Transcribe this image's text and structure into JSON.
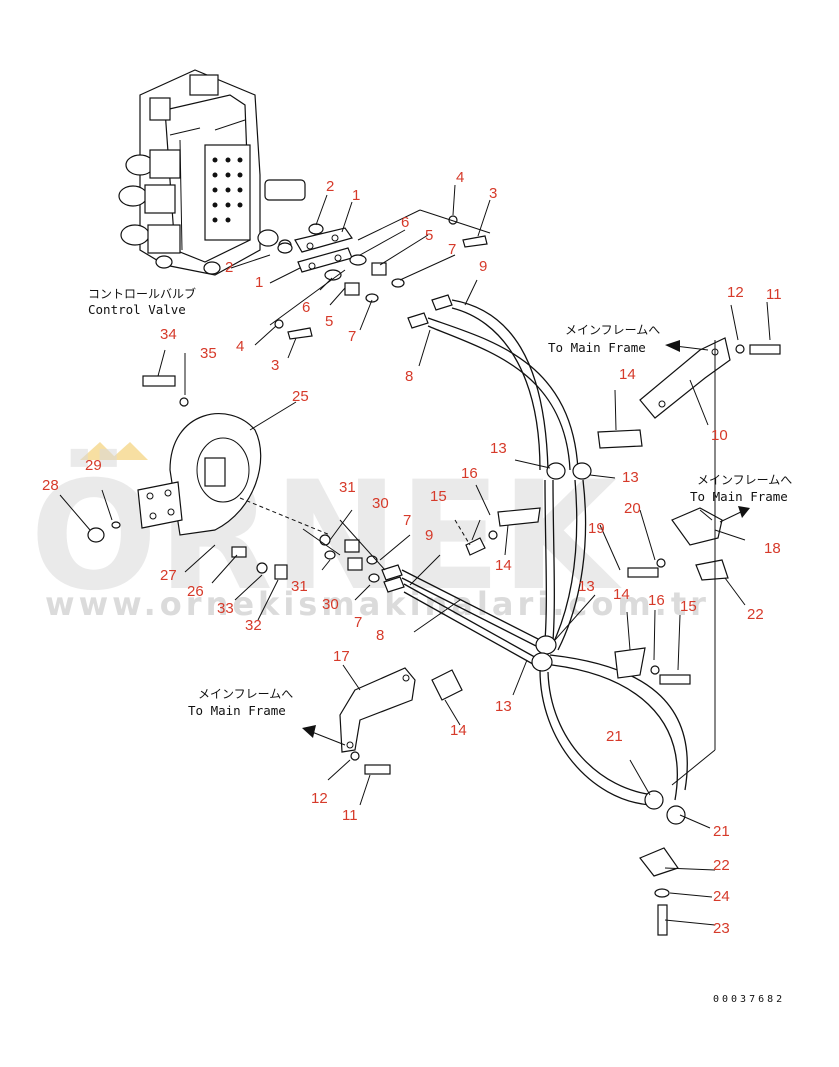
{
  "labels": {
    "control_valve_jp": "コントロールバルブ",
    "control_valve_en": "Control Valve",
    "to_main_frame_jp": "メインフレームへ",
    "to_main_frame_en": "To Main Frame"
  },
  "drawing_number": "00037682",
  "watermark": {
    "brand": "ÖRNEK",
    "url": "www.ornekismakinalari.com.tr"
  },
  "colors": {
    "callout": "#d63a2a",
    "line": "#111111",
    "watermark": "#d9d9d9",
    "watermark_accent": "#f3d27a"
  },
  "callouts": [
    {
      "id": "c-1a",
      "text": "1"
    },
    {
      "id": "c-1b",
      "text": "1"
    },
    {
      "id": "c-2a",
      "text": "2"
    },
    {
      "id": "c-2b",
      "text": "2"
    },
    {
      "id": "c-3a",
      "text": "3"
    },
    {
      "id": "c-3b",
      "text": "3"
    },
    {
      "id": "c-4a",
      "text": "4"
    },
    {
      "id": "c-4b",
      "text": "4"
    },
    {
      "id": "c-5a",
      "text": "5"
    },
    {
      "id": "c-5b",
      "text": "5"
    },
    {
      "id": "c-6a",
      "text": "6"
    },
    {
      "id": "c-6b",
      "text": "6"
    },
    {
      "id": "c-7a",
      "text": "7"
    },
    {
      "id": "c-7b",
      "text": "7"
    },
    {
      "id": "c-7c",
      "text": "7"
    },
    {
      "id": "c-7d",
      "text": "7"
    },
    {
      "id": "c-8a",
      "text": "8"
    },
    {
      "id": "c-8b",
      "text": "8"
    },
    {
      "id": "c-9a",
      "text": "9"
    },
    {
      "id": "c-9b",
      "text": "9"
    },
    {
      "id": "c-10",
      "text": "10"
    },
    {
      "id": "c-11a",
      "text": "11"
    },
    {
      "id": "c-11b",
      "text": "11"
    },
    {
      "id": "c-12a",
      "text": "12"
    },
    {
      "id": "c-12b",
      "text": "12"
    },
    {
      "id": "c-13a",
      "text": "13"
    },
    {
      "id": "c-13b",
      "text": "13"
    },
    {
      "id": "c-13c",
      "text": "13"
    },
    {
      "id": "c-13d",
      "text": "13"
    },
    {
      "id": "c-14a",
      "text": "14"
    },
    {
      "id": "c-14b",
      "text": "14"
    },
    {
      "id": "c-14c",
      "text": "14"
    },
    {
      "id": "c-14d",
      "text": "14"
    },
    {
      "id": "c-15a",
      "text": "15"
    },
    {
      "id": "c-15b",
      "text": "15"
    },
    {
      "id": "c-16a",
      "text": "16"
    },
    {
      "id": "c-16b",
      "text": "16"
    },
    {
      "id": "c-17",
      "text": "17"
    },
    {
      "id": "c-18",
      "text": "18"
    },
    {
      "id": "c-19",
      "text": "19"
    },
    {
      "id": "c-20",
      "text": "20"
    },
    {
      "id": "c-21a",
      "text": "21"
    },
    {
      "id": "c-21b",
      "text": "21"
    },
    {
      "id": "c-22a",
      "text": "22"
    },
    {
      "id": "c-22b",
      "text": "22"
    },
    {
      "id": "c-23",
      "text": "23"
    },
    {
      "id": "c-24",
      "text": "24"
    },
    {
      "id": "c-25",
      "text": "25"
    },
    {
      "id": "c-26",
      "text": "26"
    },
    {
      "id": "c-27",
      "text": "27"
    },
    {
      "id": "c-28",
      "text": "28"
    },
    {
      "id": "c-29",
      "text": "29"
    },
    {
      "id": "c-30a",
      "text": "30"
    },
    {
      "id": "c-30b",
      "text": "30"
    },
    {
      "id": "c-31a",
      "text": "31"
    },
    {
      "id": "c-31b",
      "text": "31"
    },
    {
      "id": "c-32",
      "text": "32"
    },
    {
      "id": "c-33",
      "text": "33"
    },
    {
      "id": "c-34",
      "text": "34"
    },
    {
      "id": "c-35",
      "text": "35"
    }
  ]
}
